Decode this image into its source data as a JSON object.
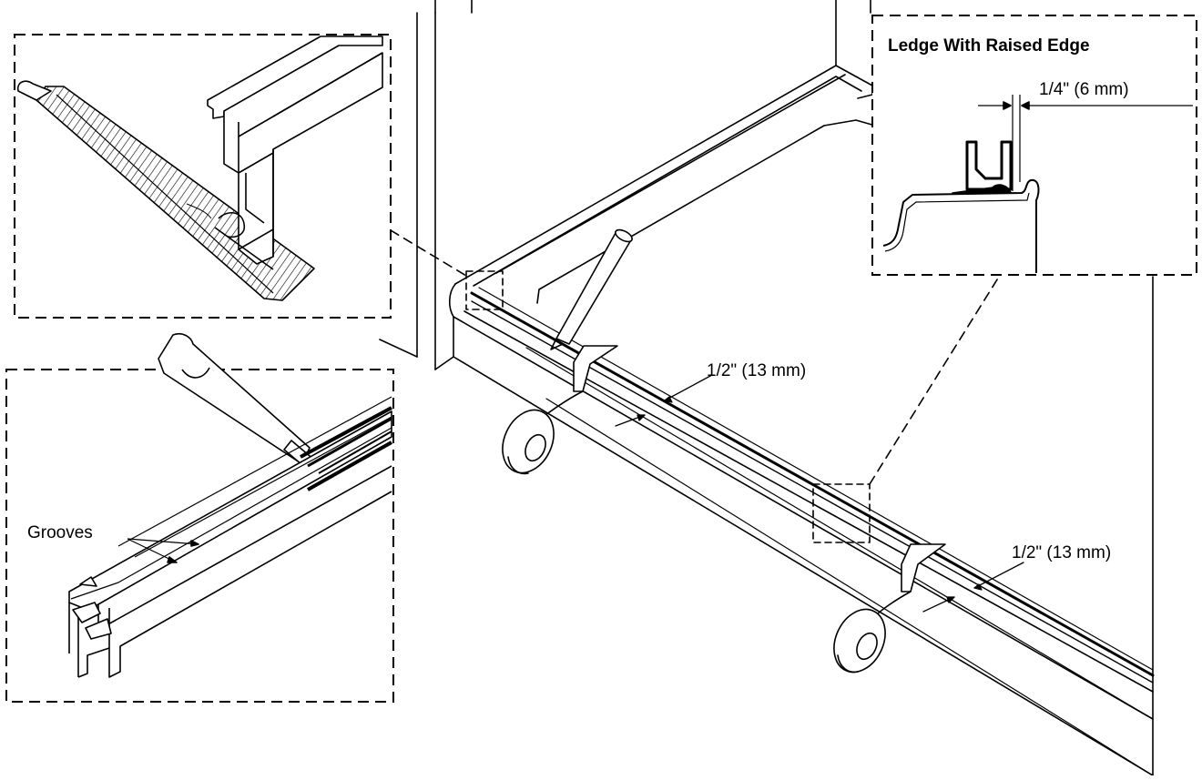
{
  "callouts": {
    "raised_edge_title": "Ledge With Raised Edge",
    "raised_edge_gap": "1/4\" (6 mm)",
    "grooves": "Grooves"
  },
  "dimensions": {
    "upper_offset": "1/2\" (13 mm)",
    "lower_offset": "1/2\" (13 mm)"
  },
  "colors": {
    "ink": "#000000",
    "paper": "#ffffff"
  }
}
